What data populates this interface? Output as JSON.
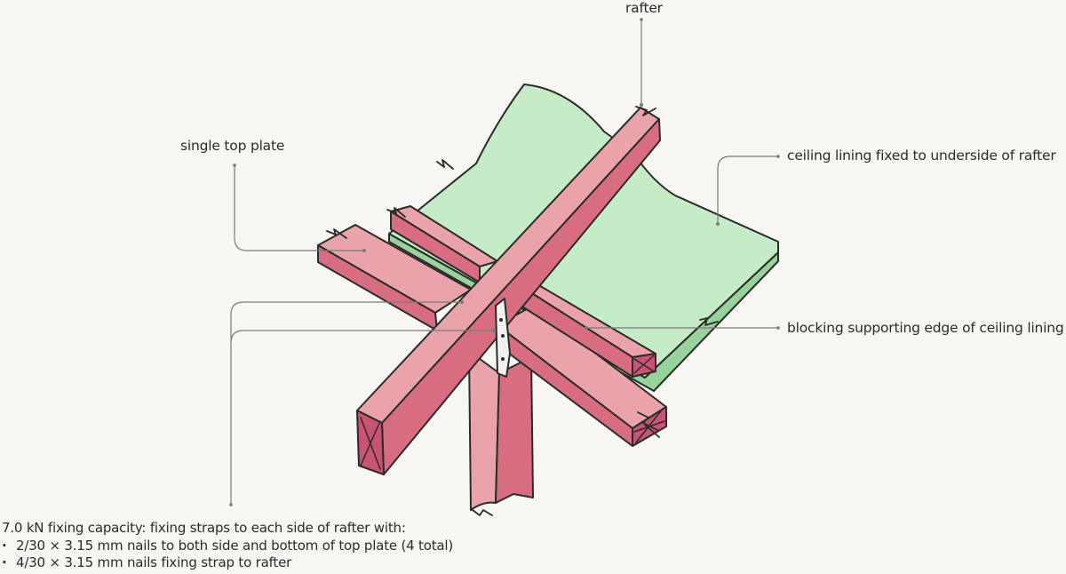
{
  "labels": {
    "rafter": "rafter",
    "single_top_plate": "single top plate",
    "ceiling_lining": "ceiling lining fixed to underside of rafter",
    "blocking": "blocking supporting edge of ceiling lining"
  },
  "notes": {
    "heading": "7.0 kN fixing capacity: fixing straps to each side of rafter with:",
    "bullets": [
      "2/30 × 3.15 mm nails to both side and bottom of top plate (4 total)",
      "4/30 × 3.15 mm nails fixing strap to rafter"
    ]
  },
  "colors": {
    "background": "#f8f6f2",
    "timber": "#eaa3ab",
    "timber_side": "#d86c80",
    "timber_end": "#c85471",
    "ceiling_lining": "#c5ecc6",
    "ceiling_edge": "#97d39b",
    "outline": "#2b2b2b",
    "leader": "#7a7a7a",
    "strap": "#f1f1f1"
  }
}
